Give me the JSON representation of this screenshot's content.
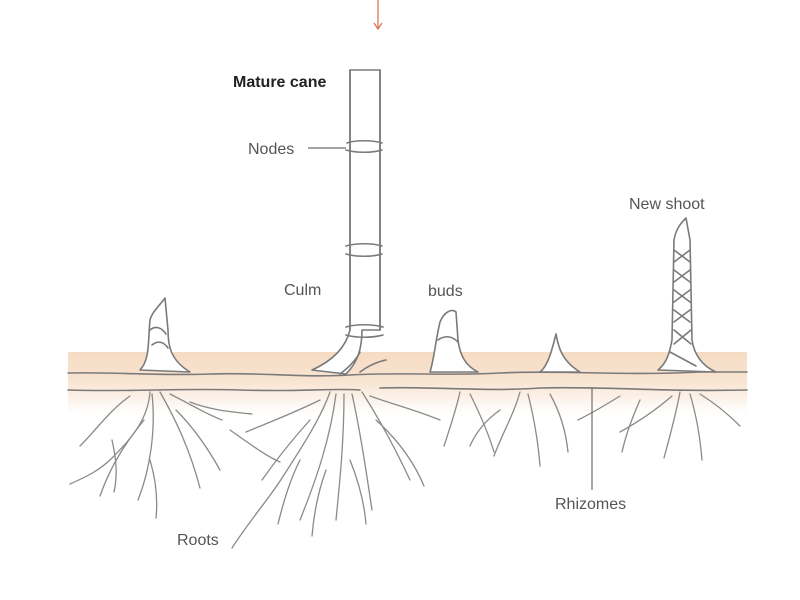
{
  "labels": {
    "mature_cane": "Mature cane",
    "nodes": "Nodes",
    "new_shoot": "New shoot",
    "culm": "Culm",
    "buds": "buds",
    "rhizomes": "Rhizomes",
    "roots": "Roots"
  },
  "colors": {
    "soil_band": "#f7dfc8",
    "soil_fade": "#fbeee2",
    "line": "#7a7a7a",
    "arrow": "#d9724a"
  }
}
